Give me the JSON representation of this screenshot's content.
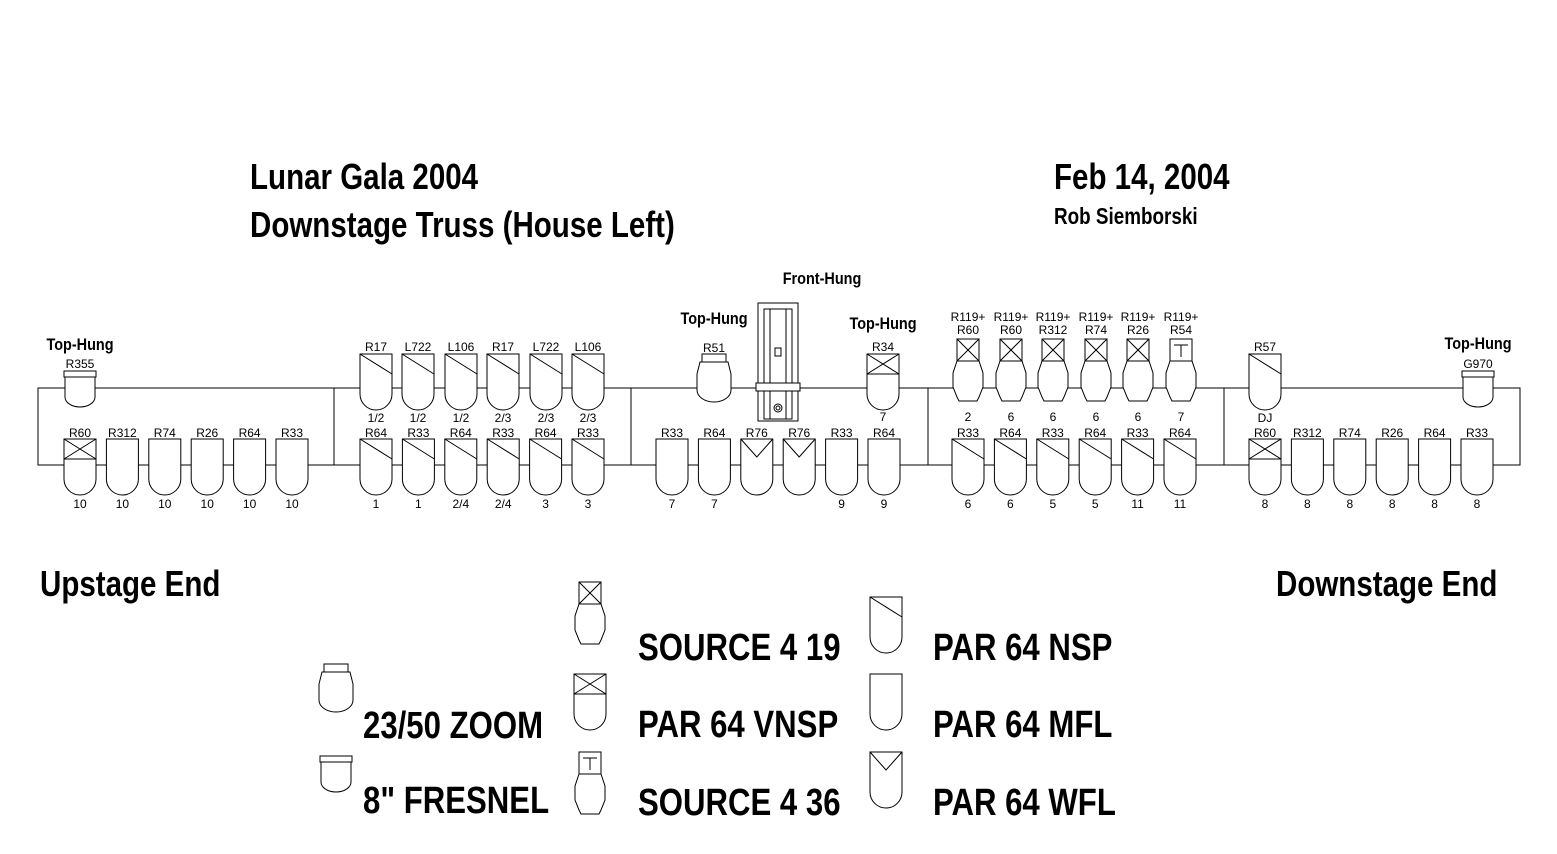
{
  "header": {
    "title": "Lunar Gala 2004",
    "subtitle": "Downstage Truss (House Left)",
    "date": "Feb 14, 2004",
    "author": "Rob Siemborski"
  },
  "truss": {
    "upstage_label": "Upstage End",
    "downstage_label": "Downstage End",
    "top_hung_label": "Top-Hung",
    "front_hung_label": "Front-Hung"
  },
  "fixtures": {
    "top_row": [
      {
        "type": "fresnel8",
        "gel": "R355",
        "channel": "",
        "hung": "Top-Hung"
      },
      {
        "type": "par_nsp",
        "gel": "R17",
        "channel": "1/2"
      },
      {
        "type": "par_nsp",
        "gel": "L722",
        "channel": "1/2"
      },
      {
        "type": "par_nsp",
        "gel": "L106",
        "channel": "1/2"
      },
      {
        "type": "par_nsp",
        "gel": "R17",
        "channel": "2/3"
      },
      {
        "type": "par_nsp",
        "gel": "L722",
        "channel": "2/3"
      },
      {
        "type": "par_nsp",
        "gel": "L106",
        "channel": "2/3"
      },
      {
        "type": "zoom2350",
        "gel": "R51",
        "channel": "",
        "hung": "Top-Hung"
      },
      {
        "type": "par_vnsp",
        "gel": "R34",
        "channel": "7",
        "hung": "Top-Hung"
      },
      {
        "type": "source4_19",
        "gel": "R119+\nR60",
        "channel": "2"
      },
      {
        "type": "source4_19",
        "gel": "R119+\nR60",
        "channel": "6"
      },
      {
        "type": "source4_19",
        "gel": "R119+\nR312",
        "channel": "6"
      },
      {
        "type": "source4_19",
        "gel": "R119+\nR74",
        "channel": "6"
      },
      {
        "type": "source4_19",
        "gel": "R119+\nR26",
        "channel": "6"
      },
      {
        "type": "source4_36",
        "gel": "R119+\nR54",
        "channel": "7"
      },
      {
        "type": "par_nsp",
        "gel": "R57",
        "channel": "DJ"
      },
      {
        "type": "fresnel8",
        "gel": "G970",
        "channel": "",
        "hung": "Top-Hung"
      }
    ],
    "bottom_row": [
      {
        "type": "par_vnsp",
        "gel": "R60",
        "channel": "10"
      },
      {
        "type": "par_mfl",
        "gel": "R312",
        "channel": "10"
      },
      {
        "type": "par_mfl",
        "gel": "R74",
        "channel": "10"
      },
      {
        "type": "par_mfl",
        "gel": "R26",
        "channel": "10"
      },
      {
        "type": "par_mfl",
        "gel": "R64",
        "channel": "10"
      },
      {
        "type": "par_mfl",
        "gel": "R33",
        "channel": "10"
      },
      {
        "type": "par_nsp",
        "gel": "R64",
        "channel": "1"
      },
      {
        "type": "par_nsp",
        "gel": "R33",
        "channel": "1"
      },
      {
        "type": "par_nsp",
        "gel": "R64",
        "channel": "2/4"
      },
      {
        "type": "par_nsp",
        "gel": "R33",
        "channel": "2/4"
      },
      {
        "type": "par_nsp",
        "gel": "R64",
        "channel": "3"
      },
      {
        "type": "par_nsp",
        "gel": "R33",
        "channel": "3"
      },
      {
        "type": "par_mfl",
        "gel": "R33",
        "channel": "7"
      },
      {
        "type": "par_mfl",
        "gel": "R64",
        "channel": "7"
      },
      {
        "type": "par_wfl",
        "gel": "R76",
        "channel": ""
      },
      {
        "type": "par_wfl",
        "gel": "R76",
        "channel": ""
      },
      {
        "type": "par_mfl",
        "gel": "R33",
        "channel": "9"
      },
      {
        "type": "par_mfl",
        "gel": "R64",
        "channel": "9"
      },
      {
        "type": "par_nsp",
        "gel": "R33",
        "channel": "6"
      },
      {
        "type": "par_nsp",
        "gel": "R64",
        "channel": "6"
      },
      {
        "type": "par_nsp",
        "gel": "R33",
        "channel": "5"
      },
      {
        "type": "par_nsp",
        "gel": "R64",
        "channel": "5"
      },
      {
        "type": "par_nsp",
        "gel": "R33",
        "channel": "11"
      },
      {
        "type": "par_nsp",
        "gel": "R64",
        "channel": "11"
      },
      {
        "type": "par_vnsp",
        "gel": "R60",
        "channel": "8"
      },
      {
        "type": "par_mfl",
        "gel": "R312",
        "channel": "8"
      },
      {
        "type": "par_mfl",
        "gel": "R74",
        "channel": "8"
      },
      {
        "type": "par_mfl",
        "gel": "R26",
        "channel": "8"
      },
      {
        "type": "par_mfl",
        "gel": "R64",
        "channel": "8"
      },
      {
        "type": "par_mfl",
        "gel": "R33",
        "channel": "8"
      }
    ],
    "front_hung": {
      "type": "followspot",
      "label": "Front-Hung"
    }
  },
  "legend": [
    {
      "type": "zoom2350",
      "label": "23/50 ZOOM"
    },
    {
      "type": "fresnel8",
      "label": "8\" FRESNEL"
    },
    {
      "type": "source4_19",
      "label": "SOURCE 4 19"
    },
    {
      "type": "par_vnsp",
      "label": "PAR 64 VNSP"
    },
    {
      "type": "source4_36",
      "label": "SOURCE 4 36"
    },
    {
      "type": "par_nsp",
      "label": "PAR 64 NSP"
    },
    {
      "type": "par_mfl",
      "label": "PAR 64 MFL"
    },
    {
      "type": "par_wfl",
      "label": "PAR 64 WFL"
    }
  ]
}
